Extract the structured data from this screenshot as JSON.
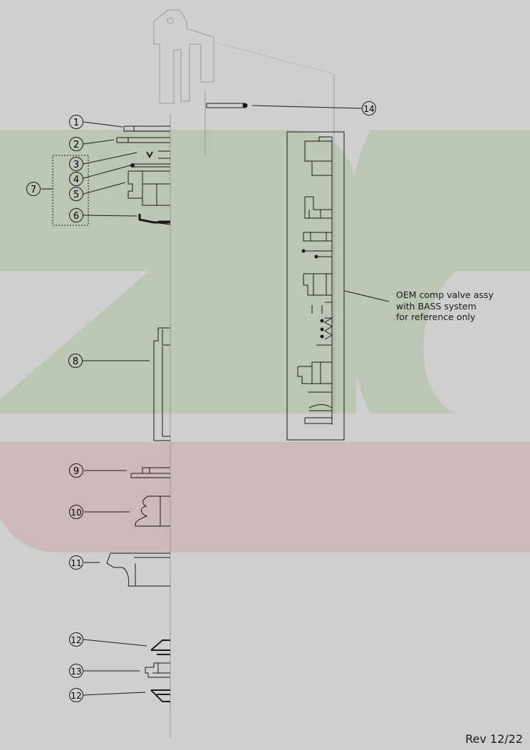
{
  "colors": {
    "background": "#cfcfcf",
    "watermark_green": "#bcc6b4",
    "watermark_red": "#cdb8ba",
    "line": "#1a1a1a",
    "ghost_line": "#9a9a9a"
  },
  "callouts": [
    "1",
    "2",
    "3",
    "4",
    "5",
    "6",
    "7",
    "8",
    "9",
    "10",
    "11",
    "12",
    "13",
    "12",
    "14"
  ],
  "reference_note": {
    "lines": [
      "OEM comp valve assy",
      "with BASS system",
      "for reference only"
    ]
  },
  "revision": "Rev 12/22"
}
